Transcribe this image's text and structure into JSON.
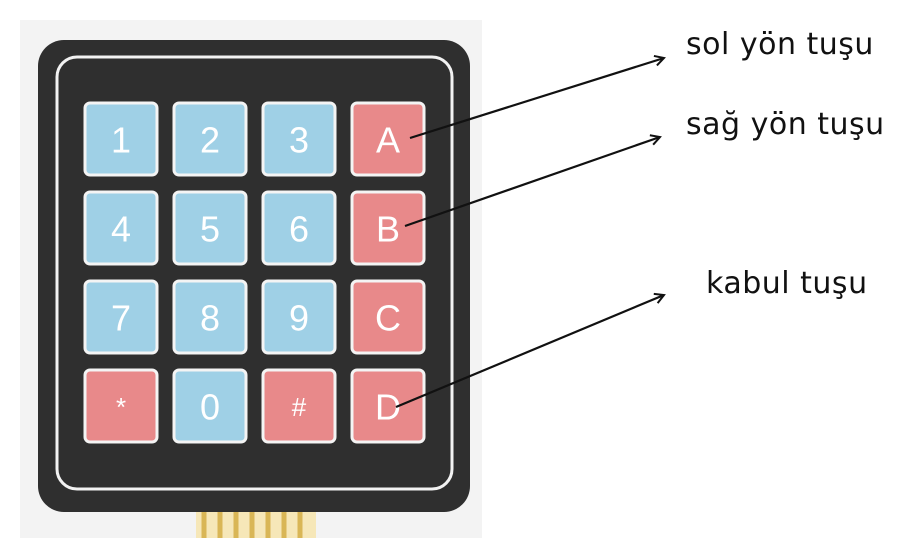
{
  "keypad": {
    "rows": [
      [
        {
          "label": "1",
          "kind": "digit"
        },
        {
          "label": "2",
          "kind": "digit"
        },
        {
          "label": "3",
          "kind": "digit"
        },
        {
          "label": "A",
          "kind": "letter"
        }
      ],
      [
        {
          "label": "4",
          "kind": "digit"
        },
        {
          "label": "5",
          "kind": "digit"
        },
        {
          "label": "6",
          "kind": "digit"
        },
        {
          "label": "B",
          "kind": "letter"
        }
      ],
      [
        {
          "label": "7",
          "kind": "digit"
        },
        {
          "label": "8",
          "kind": "digit"
        },
        {
          "label": "9",
          "kind": "digit"
        },
        {
          "label": "C",
          "kind": "letter"
        }
      ],
      [
        {
          "label": "*",
          "kind": "symbol"
        },
        {
          "label": "0",
          "kind": "digit"
        },
        {
          "label": "#",
          "kind": "symbol"
        },
        {
          "label": "D",
          "kind": "letter"
        }
      ]
    ]
  },
  "annotations": [
    {
      "id": "sol",
      "text": "sol yön tuşu",
      "target_key": "A"
    },
    {
      "id": "sag",
      "text": "sağ yön tuşu",
      "target_key": "B"
    },
    {
      "id": "kabul",
      "text": "kabul tuşu",
      "target_key": "D"
    }
  ],
  "colors": {
    "key_blue": "#9fd0e6",
    "key_red": "#e8898a",
    "frame": "#2f2f2f",
    "inner_border": "#f2f2f2",
    "connector_strip": "#e9cf8a",
    "key_text": "#ffffff"
  }
}
